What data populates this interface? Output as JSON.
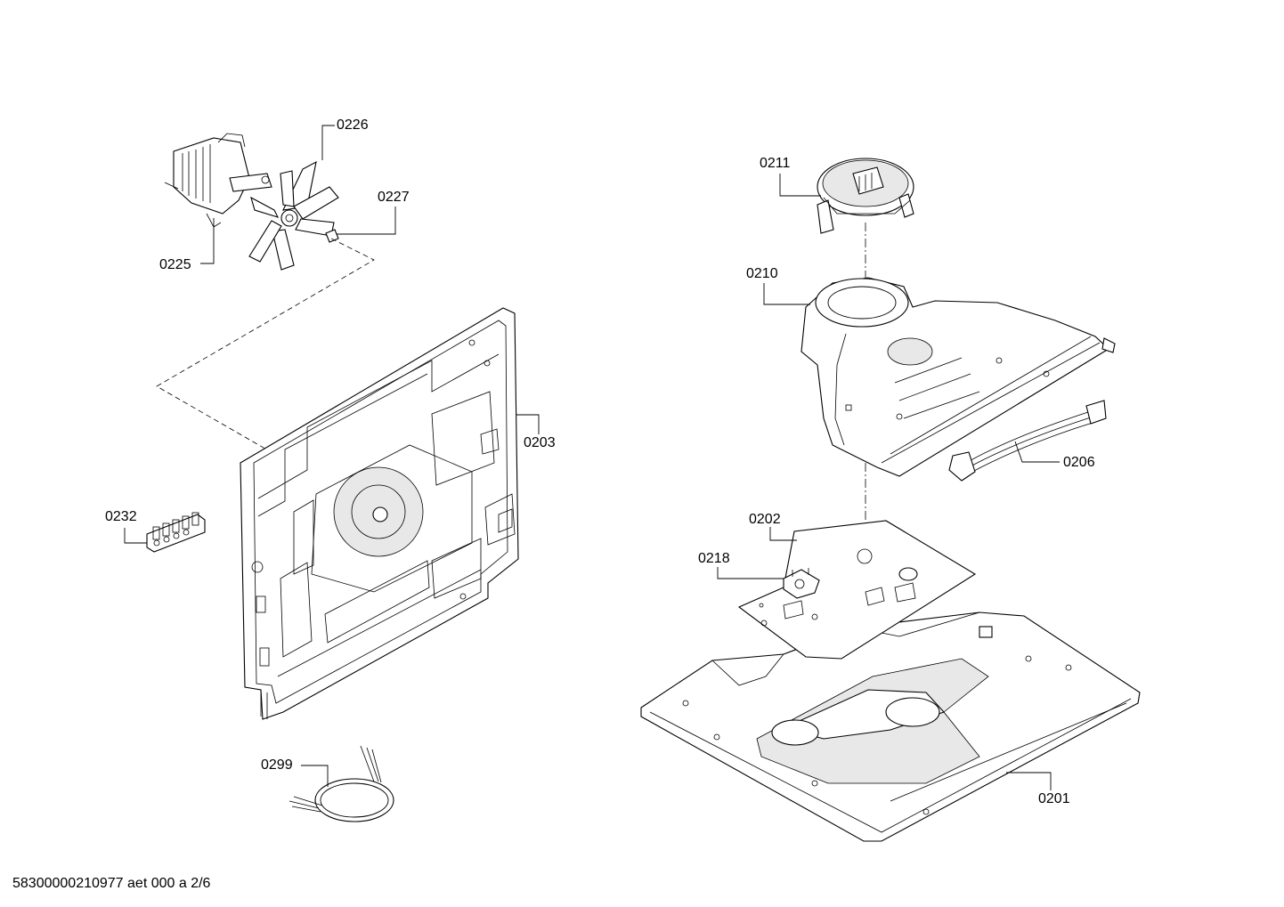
{
  "labels": {
    "p0226": "0226",
    "p0227": "0227",
    "p0225": "0225",
    "p0203": "0203",
    "p0232": "0232",
    "p0299": "0299",
    "p0211": "0211",
    "p0210": "0210",
    "p0206": "0206",
    "p0202": "0202",
    "p0218": "0218",
    "p0201": "0201"
  },
  "footer": "58300000210977 aet 000 a 2/6"
}
